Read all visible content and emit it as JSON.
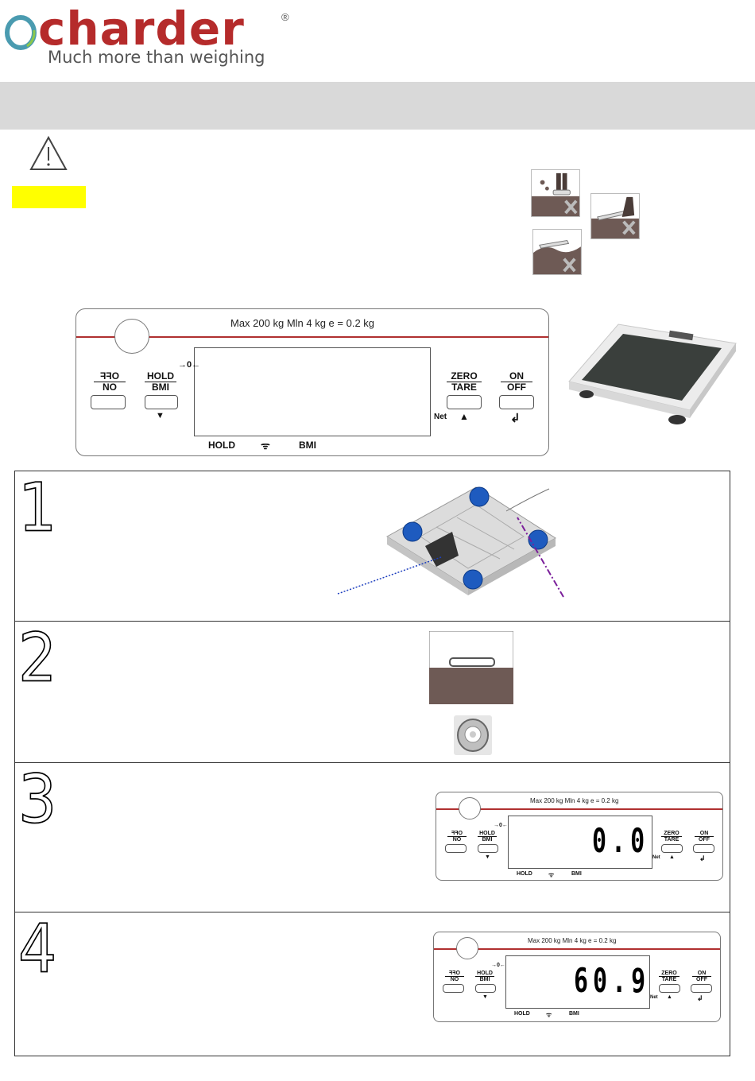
{
  "brand": {
    "name": "charder",
    "reg": "®",
    "tagline": "Much more than weighing"
  },
  "colors": {
    "brand_red": "#b52b2b",
    "bar_grey": "#d9d9d9",
    "highlight": "#ffff00",
    "floor_brown": "#6e5a55",
    "foot_blue": "#1e5bbf"
  },
  "icons": [
    "warning-triangle-icon",
    "no-wet-feet-icon",
    "no-tilted-floor-icon",
    "no-uneven-floor-icon",
    "level-bubble-icon"
  ],
  "display_panel": {
    "spec": "Max 200 kg   Mln 4 kg   e = 0.2 kg",
    "zero_arrow": "→0←",
    "buttons": {
      "off_no": {
        "top": "OFF",
        "bottom": "NO"
      },
      "hold_bmi": {
        "top": "HOLD",
        "bottom": "BMI",
        "arrow": "▼"
      },
      "zero_tare": {
        "top": "ZERO",
        "bottom": "TARE",
        "net": "Net",
        "arrow": "▲"
      },
      "on_off": {
        "top": "ON",
        "bottom": "OFF",
        "arrow": "↲"
      }
    },
    "indicators": {
      "hold": "HOLD",
      "wifi": "ᯤ",
      "bmi": "BMI"
    }
  },
  "steps": [
    {
      "number": "1"
    },
    {
      "number": "2"
    },
    {
      "number": "3",
      "reading": "0.0"
    },
    {
      "number": "4",
      "reading": "60.9"
    }
  ]
}
